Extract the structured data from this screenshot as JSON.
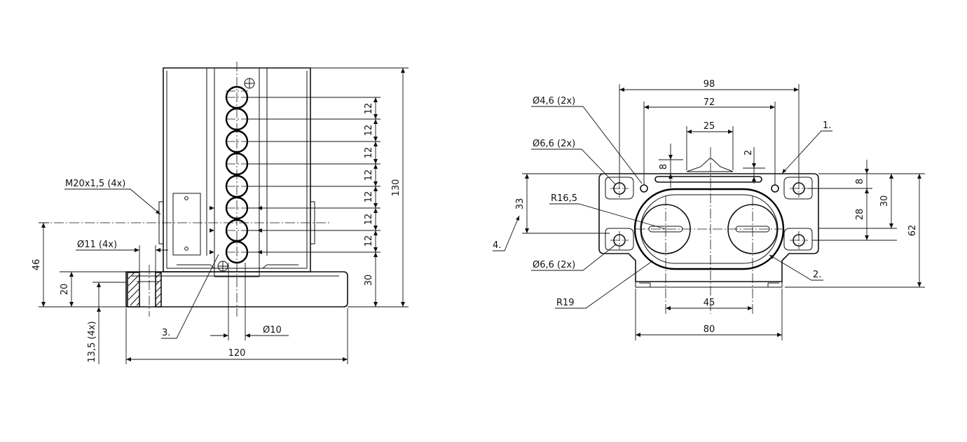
{
  "side_view": {
    "dimensions": {
      "pitch_1": "12",
      "pitch_2": "12",
      "pitch_3": "12",
      "pitch_4": "12",
      "pitch_5": "12",
      "pitch_6": "12",
      "pitch_7": "12",
      "height_total": "130",
      "base_to_first": "30",
      "width_total": "120",
      "height_46": "46",
      "height_20": "20",
      "depth_13_5": "13,5 (4x)"
    },
    "callouts": {
      "thread": "M20x1,5 (4x)",
      "hole_11": "Ø11 (4x)",
      "hole_10": "Ø10",
      "item_3": "3."
    }
  },
  "top_view": {
    "dimensions": {
      "width_98": "98",
      "width_72": "72",
      "width_25": "25",
      "dim_8_top": "8",
      "dim_2": "2",
      "dim_8_right": "8",
      "dim_28": "28",
      "dim_30": "30",
      "dim_62": "62",
      "dim_33": "33",
      "width_45": "45",
      "width_80": "80"
    },
    "callouts": {
      "hole_4_6": "Ø4,6 (2x)",
      "hole_6_6_top": "Ø6,6 (2x)",
      "hole_6_6_bottom": "Ø6,6 (2x)",
      "radius_16_5": "R16,5",
      "radius_19": "R19",
      "item_1": "1.",
      "item_2": "2.",
      "item_4": "4."
    }
  }
}
